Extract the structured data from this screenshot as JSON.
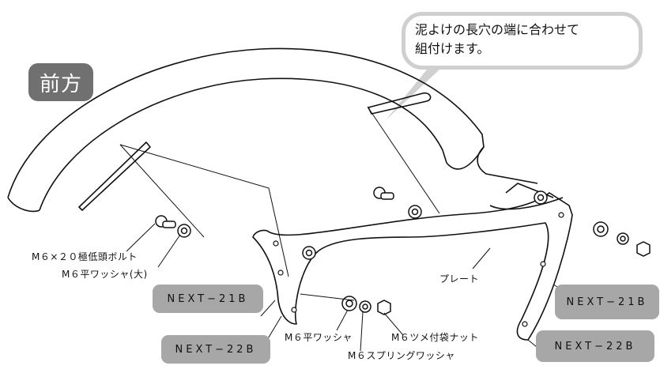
{
  "callout": {
    "line1": "泥よけの長穴の端に合わせて",
    "line2": "組付けます。"
  },
  "front_tag": "前方",
  "labels": {
    "bolt": "M６×２０極低頭ボルト",
    "washer_large": "M６平ワッシャ(大)",
    "plate": "プレート",
    "washer": "M６平ワッシャ",
    "nut": "M６ツメ付袋ナット",
    "spring_washer": "M６スプリングワッシャ"
  },
  "part_tags": {
    "left_21b": "NEXT−21B",
    "left_22b": "NEXT−22B",
    "right_21b": "NEXT−21B",
    "right_22b": "NEXT−22B"
  },
  "colors": {
    "tag_gray": "#a7a7a7",
    "front_gray": "#707070",
    "callout_border": "#cfcfcf"
  }
}
